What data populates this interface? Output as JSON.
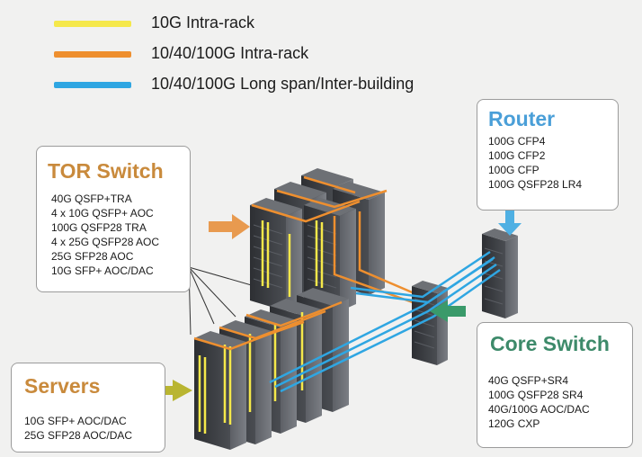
{
  "legend": [
    {
      "label": "10G Intra-rack",
      "color": "#f5e84a"
    },
    {
      "label": "10/40/100G Intra-rack",
      "color": "#ee8f2f"
    },
    {
      "label": "10/40/100G Long span/Inter-building",
      "color": "#2fa6e2"
    }
  ],
  "colors": {
    "tor_title": "#c98a3c",
    "router_title": "#4a9fd8",
    "core_title": "#3d8a6a",
    "servers_title": "#c98a3c",
    "arrow_orange": "#e89a4f",
    "arrow_blue": "#4fb0e3",
    "arrow_green": "#3a9a6a",
    "arrow_yellow": "#b9b531"
  },
  "tor_switch": {
    "title": "TOR Switch",
    "items": [
      "40G QSFP+TRA",
      "4 x 10G QSFP+ AOC",
      "100G QSFP28 TRA",
      "4 x 25G QSFP28 AOC",
      "25G SFP28 AOC",
      "10G SFP+ AOC/DAC"
    ]
  },
  "router": {
    "title": "Router",
    "items": [
      "100G CFP4",
      "100G CFP2",
      "100G CFP",
      "100G QSFP28 LR4"
    ]
  },
  "core_switch": {
    "title": "Core Switch",
    "items": [
      "40G QSFP+SR4",
      "100G QSFP28 SR4",
      "40G/100G AOC/DAC",
      "120G CXP"
    ]
  },
  "servers": {
    "title": "Servers",
    "items": [
      "10G SFP+ AOC/DAC",
      "25G SFP28 AOC/DAC"
    ]
  }
}
